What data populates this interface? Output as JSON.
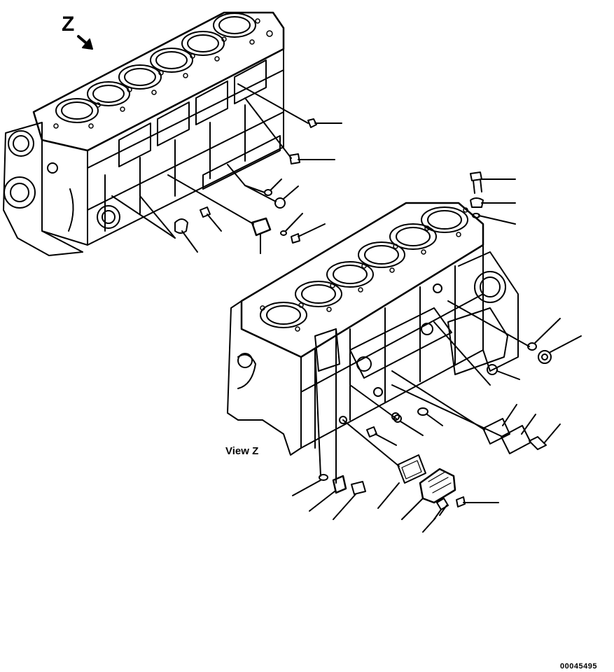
{
  "labels": {
    "view_marker": "Z",
    "view_caption": "View Z",
    "drawing_code": "00045495"
  },
  "colors": {
    "ink": "#000000",
    "paper": "#ffffff"
  },
  "icons": {
    "view_direction": "arrow-down-right-icon"
  }
}
